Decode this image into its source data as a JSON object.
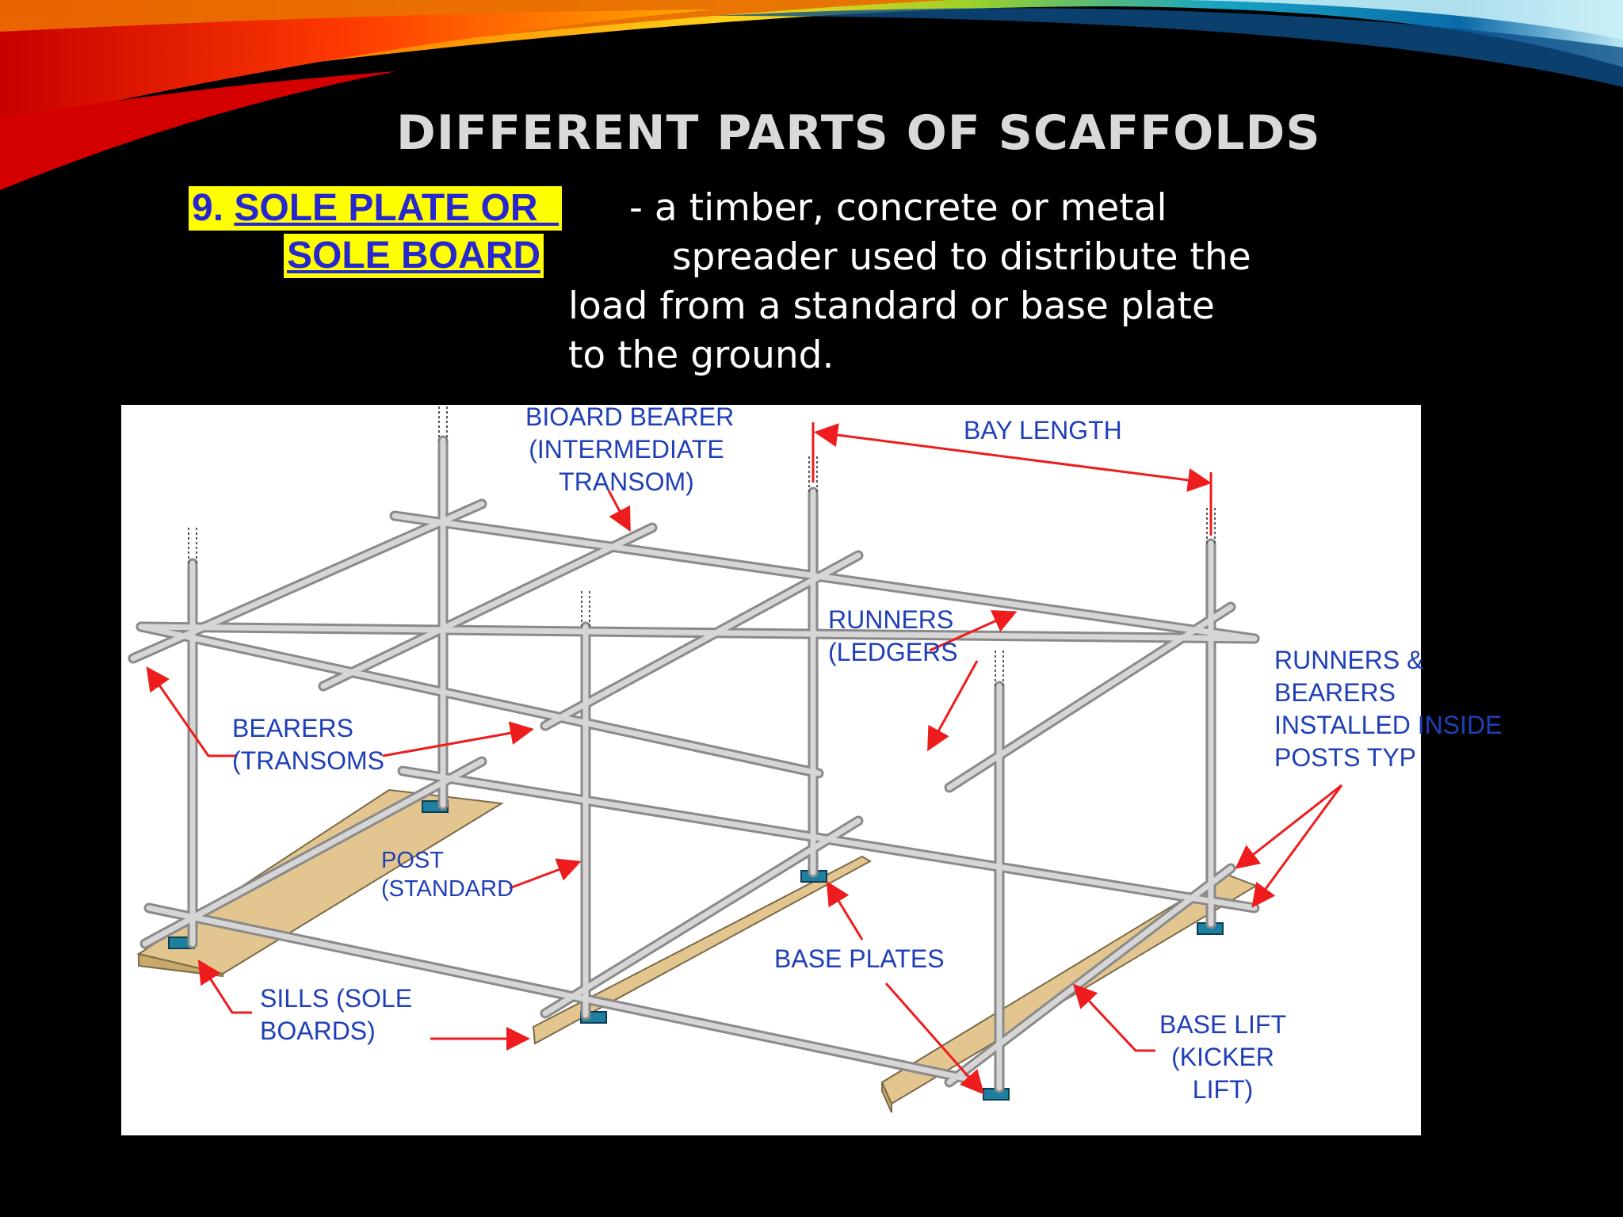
{
  "slide": {
    "title": "DIFFERENT PARTS OF SCAFFOLDS",
    "term": {
      "number": "9. ",
      "line1": "SOLE PLATE OR",
      "line2": "SOLE BOARD"
    },
    "definition": {
      "line1": "- a timber, concrete or metal",
      "line2": "spreader used to distribute the",
      "line3": "load from a standard or base plate",
      "line4": "to the ground."
    }
  },
  "diagram": {
    "labels": {
      "bioard_bearer": "BIOARD BEARER\n(INTERMEDIATE\nTRANSOM)",
      "bay_length": "BAY LENGTH",
      "runners": "RUNNERS\n(LEDGERS",
      "runners_bearers": "RUNNERS &\nBEARERS\nINSTALLED INSIDE\nPOSTS TYP",
      "bearers": "BEARERS\n(TRANSOMS",
      "post": "POST\n(STANDARD",
      "base_plates": "BASE PLATES",
      "sills": "SILLS (SOLE\nBOARDS)",
      "base_lift": "BASE LIFT\n(KICKER\nLIFT)"
    },
    "colors": {
      "label_text": "#1f3fb7",
      "arrow": "#ee1c1c",
      "tube": "#bfbfbf",
      "board": "#e3c68f",
      "base_plate": "#1f7fa0"
    }
  }
}
